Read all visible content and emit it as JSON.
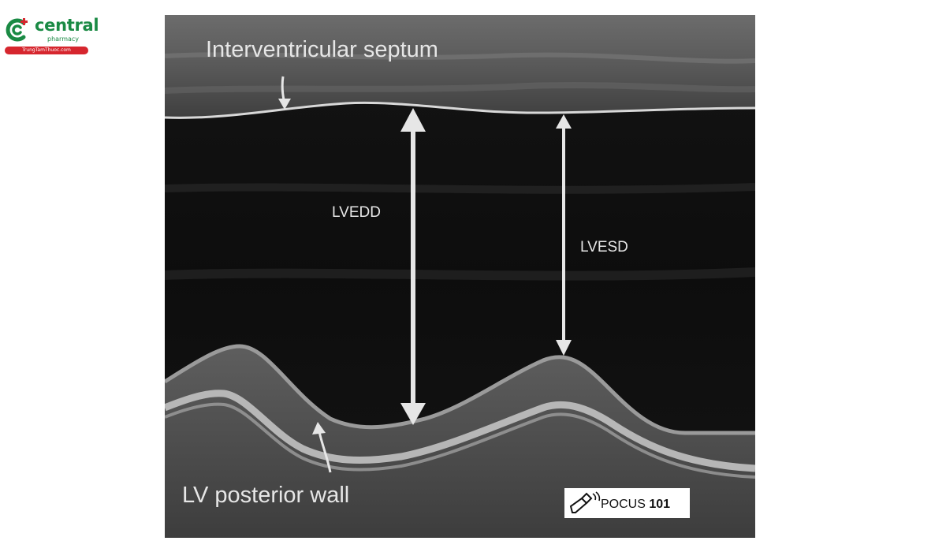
{
  "brand": {
    "name": "central",
    "subtitle": "pharmacy",
    "url": "TrungTamThuoc.com",
    "colors": {
      "green": "#1a8a44",
      "red": "#d6262e"
    },
    "icon": "central-pharmacy-logo-icon"
  },
  "diagram": {
    "labels": {
      "septum": "Interventricular septum",
      "lvedd": "LVEDD",
      "lvesd": "LVESD",
      "posterior_wall": "LV posterior wall"
    },
    "watermark": {
      "name": "POCUS",
      "number": "101",
      "icon": "ultrasound-probe-icon"
    },
    "colors": {
      "background": "#1a1a1a",
      "tissue": "#8a8a8a",
      "arrow": "#e6e6e6"
    }
  }
}
